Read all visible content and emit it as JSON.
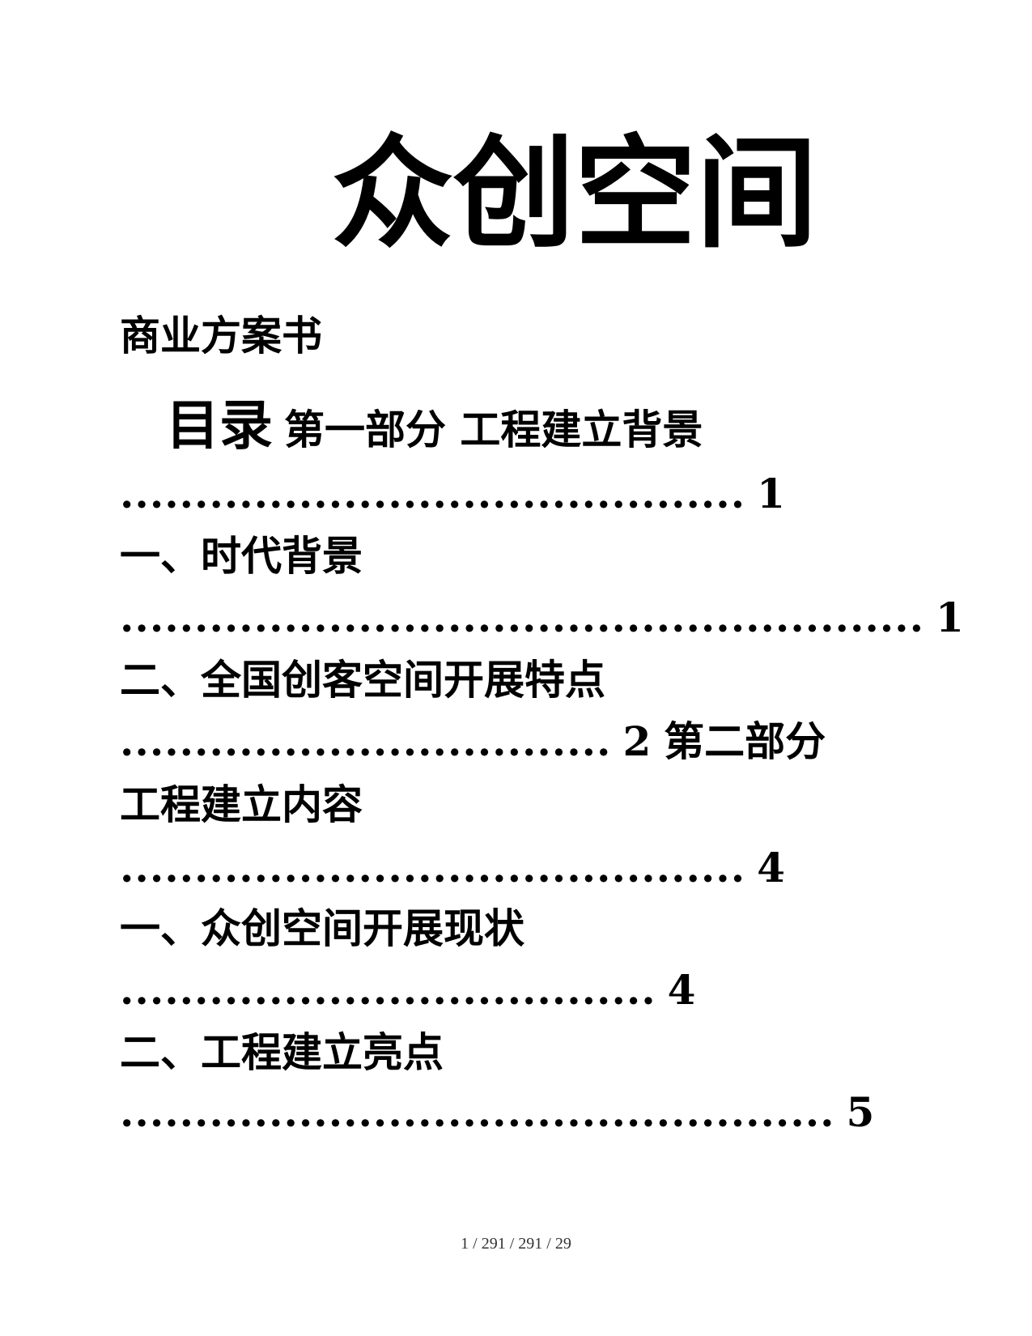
{
  "document": {
    "title": "众创空间",
    "subtitle": "商业方案书",
    "toc_heading": "目录",
    "toc_lines": [
      {
        "text": "第一部分 工程建立背景"
      },
      {
        "dots": "..........................................",
        "page": "1"
      },
      {
        "text": "一、时代背景"
      },
      {
        "dots": "......................................................",
        "page": "1"
      },
      {
        "text": "二、全国创客空间开展特点"
      },
      {
        "dots": ".................................",
        "page": "2",
        "tail": "第二部分"
      },
      {
        "text": "工程建立内容"
      },
      {
        "dots": "..........................................",
        "page": "4"
      },
      {
        "text": "一、众创空间开展现状"
      },
      {
        "dots": "....................................",
        "page": "4"
      },
      {
        "text": "二、工程建立亮点"
      },
      {
        "dots": "................................................",
        "page": "5"
      }
    ],
    "footer": "1 / 291 / 291 / 29"
  }
}
